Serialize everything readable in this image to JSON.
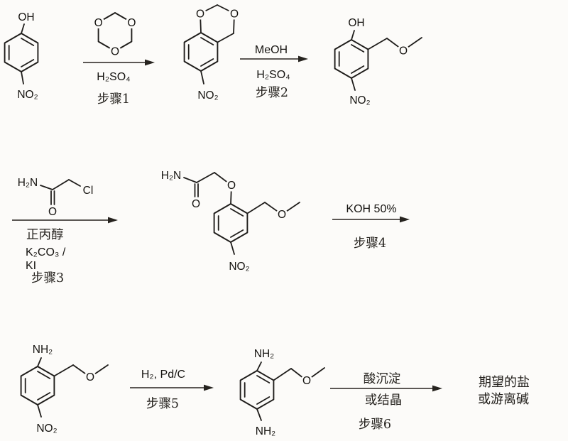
{
  "scheme": {
    "atoms": {
      "oh": "OH",
      "no2": "NO₂",
      "nh2": "NH₂",
      "h2n": "H₂N",
      "o": "O",
      "cl": "Cl"
    },
    "step1": {
      "below": "H₂SO₄",
      "label": "步骤1"
    },
    "step2": {
      "above": "MeOH",
      "below": "H₂SO₄",
      "label": "步骤2"
    },
    "step3": {
      "line1": "正丙醇",
      "line2": "K₂CO₃ /",
      "line3": "KI",
      "label": "步骤3"
    },
    "step4": {
      "above": "KOH 50%",
      "label": "步骤4"
    },
    "step5": {
      "above": "H₂, Pd/C",
      "label": "步骤5"
    },
    "step6": {
      "above": "酸沉淀",
      "below": "或结晶",
      "label": "步骤6"
    },
    "product": {
      "line1": "期望的盐",
      "line2": "或游离碱"
    }
  }
}
